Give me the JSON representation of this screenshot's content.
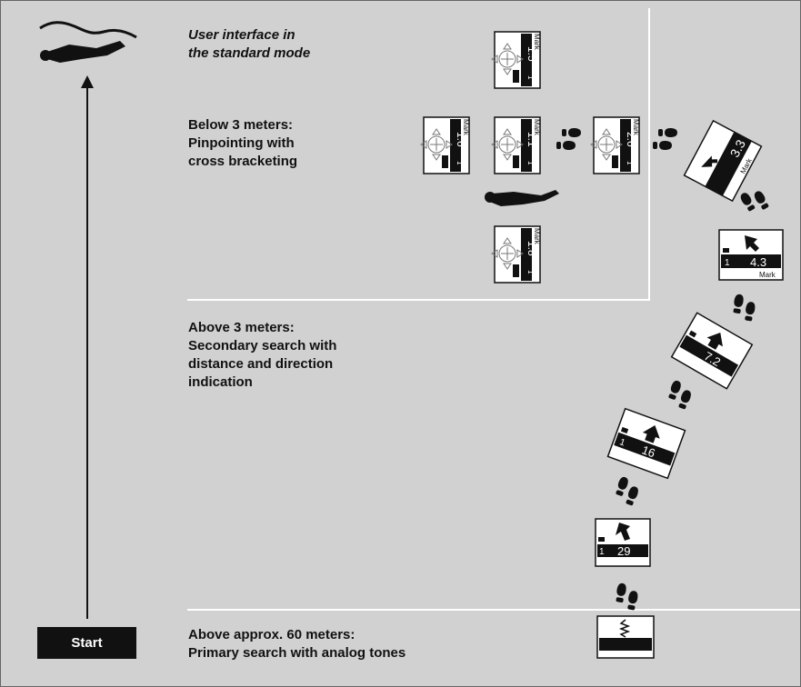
{
  "labels": {
    "standard_mode": [
      "User interface in",
      "the standard mode"
    ],
    "below_3m": [
      "Below 3 meters:",
      "Pinpointing with",
      "cross bracketing"
    ],
    "above_3m": [
      "Above 3 meters:",
      "Secondary search with",
      "distance and direction",
      "indication"
    ],
    "above_60m": [
      "Above approx. 60 meters:",
      "Primary search with analog tones"
    ]
  },
  "start_label": "Start",
  "display_texts": {
    "mark": "Mark",
    "one": "1",
    "distances": {
      "standard": "1.5",
      "cross_left": "1.6",
      "cross_center": "1.1",
      "cross_right": "2.6",
      "cross_bottom": "1.8",
      "tilted_top": "3.3",
      "secondary_1": "4.3",
      "secondary_2": "7.2",
      "secondary_3": "16",
      "secondary_4": "29"
    }
  },
  "colors": {
    "background": "#d1d1d1",
    "divider": "#ffffff",
    "ink": "#111111",
    "screen": "#ffffff"
  },
  "icons": [
    "buried-person-icon",
    "up-arrow-icon",
    "footprints-icon",
    "crosshair-icon",
    "direction-arrow-icon",
    "analog-signal-icon"
  ]
}
